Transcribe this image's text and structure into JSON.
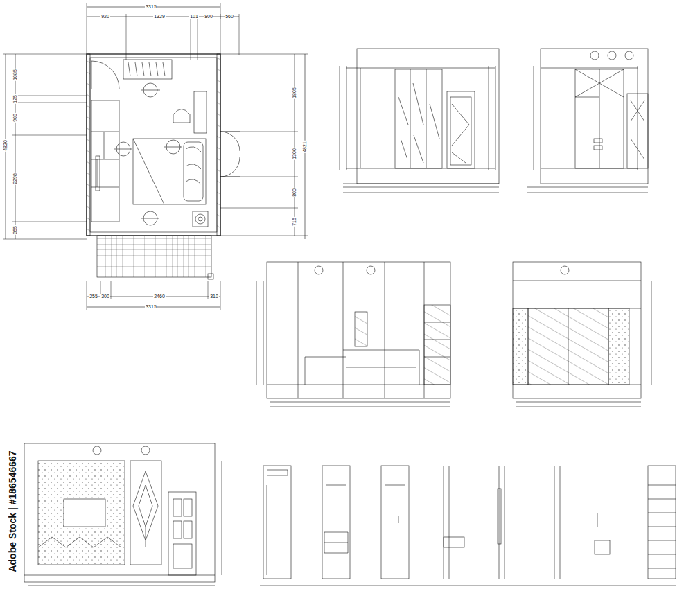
{
  "diagram": {
    "labels": [
      "3315",
      "920",
      "1329",
      "101",
      "800",
      "560",
      "4820",
      "1085",
      "125",
      "900",
      "2298",
      "355",
      "1805",
      "1300",
      "800",
      "715",
      "4821",
      "255",
      "300",
      "2460",
      "310",
      "3315",
      "Adobe Stock | #186546667"
    ]
  }
}
